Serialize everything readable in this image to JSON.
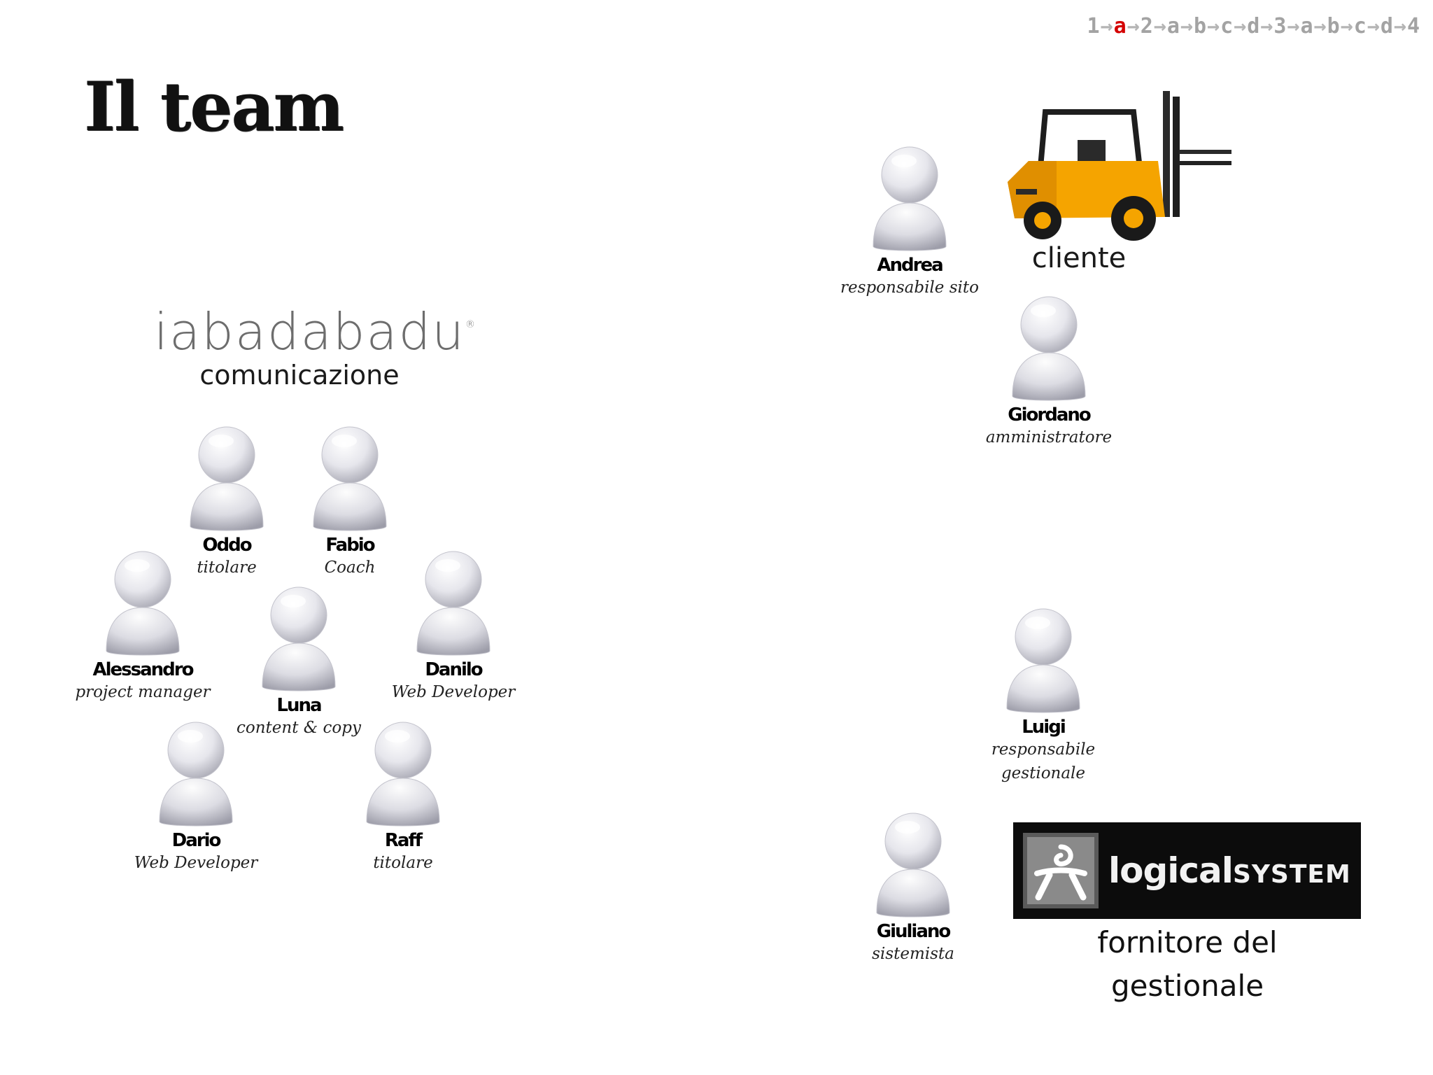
{
  "nav": [
    "1",
    "a",
    "2",
    "a",
    "b",
    "c",
    "d",
    "3",
    "a",
    "b",
    "c",
    "d",
    "4"
  ],
  "nav_current_index": 1,
  "nav_arrow": "→",
  "title": "Il team",
  "iaba": {
    "logo_text": "iabadabadu",
    "logo_mark": "®",
    "label": "comunicazione"
  },
  "people": {
    "oddo": {
      "name": "Oddo",
      "role": "titolare"
    },
    "fabio": {
      "name": "Fabio",
      "role": "Coach"
    },
    "alessandro": {
      "name": "Alessandro",
      "role": "project manager"
    },
    "luna": {
      "name": "Luna",
      "role": "content & copy"
    },
    "danilo": {
      "name": "Danilo",
      "role": "Web Developer"
    },
    "dario": {
      "name": "Dario",
      "role": "Web Developer"
    },
    "raff": {
      "name": "Raff",
      "role": "titolare"
    },
    "andrea": {
      "name": "Andrea",
      "role": "responsabile sito"
    },
    "giordano": {
      "name": "Giordano",
      "role": "amministratore"
    },
    "luigi": {
      "name": "Luigi",
      "role_line1": "responsabile",
      "role_line2": "gestionale"
    },
    "giuliano": {
      "name": "Giuliano",
      "role": "sistemista"
    }
  },
  "cliente": {
    "label": "cliente"
  },
  "fornitore": {
    "logo_text_lower": "logical",
    "logo_text_upper": "SYSTEM",
    "label_line1": "fornitore del",
    "label_line2": "gestionale"
  }
}
